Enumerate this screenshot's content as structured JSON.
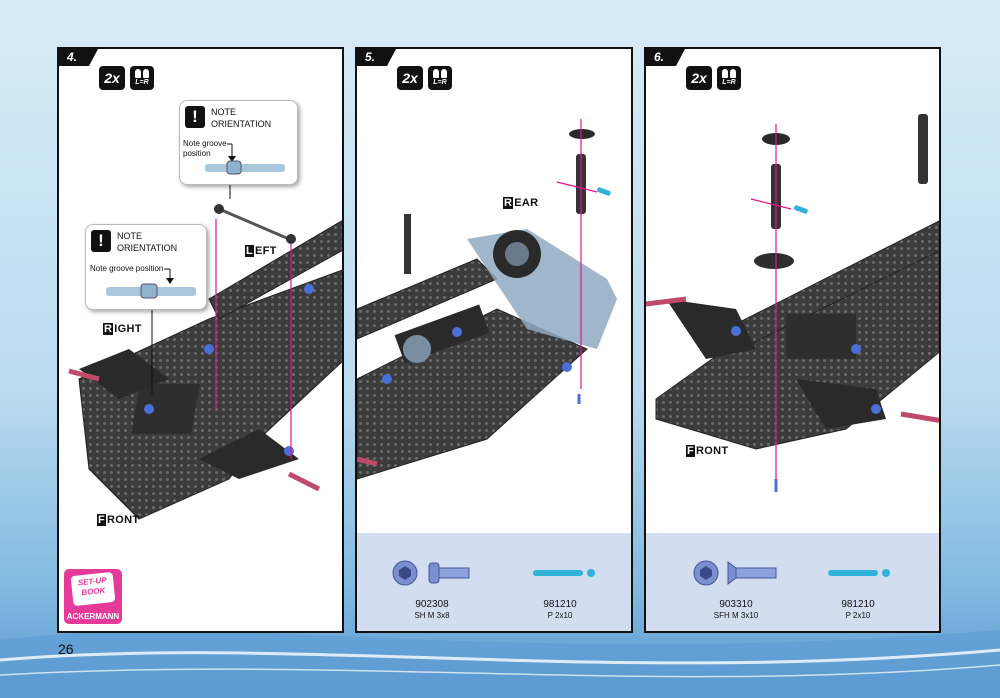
{
  "page_number": "26",
  "steps": [
    {
      "number": "4.",
      "qty": "2x",
      "lr": "L=R",
      "notes": [
        {
          "title_line1": "NOTE",
          "title_line2": "ORIENTATION",
          "groove_line1": "Note groove",
          "groove_line2": "position"
        },
        {
          "title_line1": "NOTE",
          "title_line2": "ORIENTATION",
          "groove_line1": "Note groove position",
          "groove_line2": ""
        }
      ],
      "labels": {
        "left_cap": "L",
        "left_rest": "EFT",
        "right_cap": "R",
        "right_rest": "IGHT",
        "front_cap": "F",
        "front_rest": "RONT"
      },
      "setup_book": {
        "line1": "SET-UP",
        "line2": "BOOK",
        "caption": "ACKERMANN"
      }
    },
    {
      "number": "5.",
      "qty": "2x",
      "lr": "L=R",
      "labels": {
        "rear_cap": "R",
        "rear_rest": "EAR"
      },
      "parts": [
        {
          "part_no": "902308",
          "desc": "SH M 3x8"
        },
        {
          "part_no": "981210",
          "desc": "P 2x10"
        }
      ]
    },
    {
      "number": "6.",
      "qty": "2x",
      "lr": "L=R",
      "labels": {
        "front_cap": "F",
        "front_rest": "RONT"
      },
      "parts": [
        {
          "part_no": "903310",
          "desc": "SFH M 3x10"
        },
        {
          "part_no": "981210",
          "desc": "P 2x10"
        }
      ]
    }
  ],
  "colors": {
    "accent_magenta": "#e0168c",
    "carbon": "#3a3a3a",
    "aluminium_blue": "#4a6fd6",
    "pin_cyan": "#2fb3d9",
    "parts_bar": "#d3ddf0"
  }
}
